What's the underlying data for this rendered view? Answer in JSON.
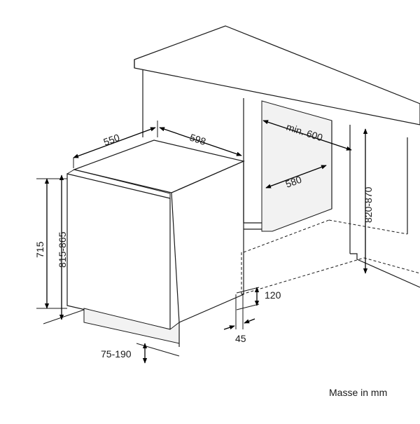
{
  "dimensions": {
    "depth": "550",
    "width": "598",
    "niche_width": "min. 600",
    "niche_depth": "580",
    "niche_height": "820-870",
    "appliance_height": "715",
    "installed_height": "815-865",
    "plinth_height": "120",
    "plinth_depth": "45",
    "plinth_clearance": "75-190"
  },
  "note": "Masse in mm",
  "colors": {
    "line": "#1a1a1a",
    "recess_fill": "#f2f2f2",
    "background": "#ffffff"
  }
}
